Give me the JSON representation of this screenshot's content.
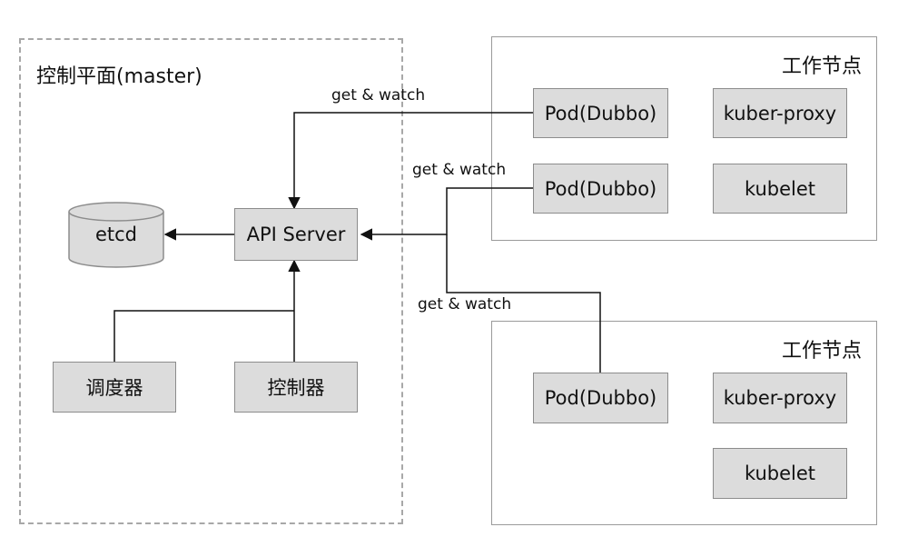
{
  "master": {
    "title": "控制平面(master)"
  },
  "components": {
    "etcd": "etcd",
    "api_server": "API Server",
    "scheduler": "调度器",
    "controller": "控制器"
  },
  "nodes": [
    {
      "title": "工作节点",
      "pod": "Pod(Dubbo)",
      "pod2": "Pod(Dubbo)",
      "proxy": "kuber-proxy",
      "kubelet": "kubelet"
    },
    {
      "title": "工作节点",
      "pod": "Pod(Dubbo)",
      "proxy": "kuber-proxy",
      "kubelet": "kubelet"
    }
  ],
  "edges": {
    "label1": "get & watch",
    "label2": "get & watch",
    "label3": "get & watch"
  },
  "colors": {
    "box_fill": "#dcdcdc",
    "box_border": "#8c8c8c",
    "line": "#111111",
    "dashed": "#a8a8a8"
  }
}
